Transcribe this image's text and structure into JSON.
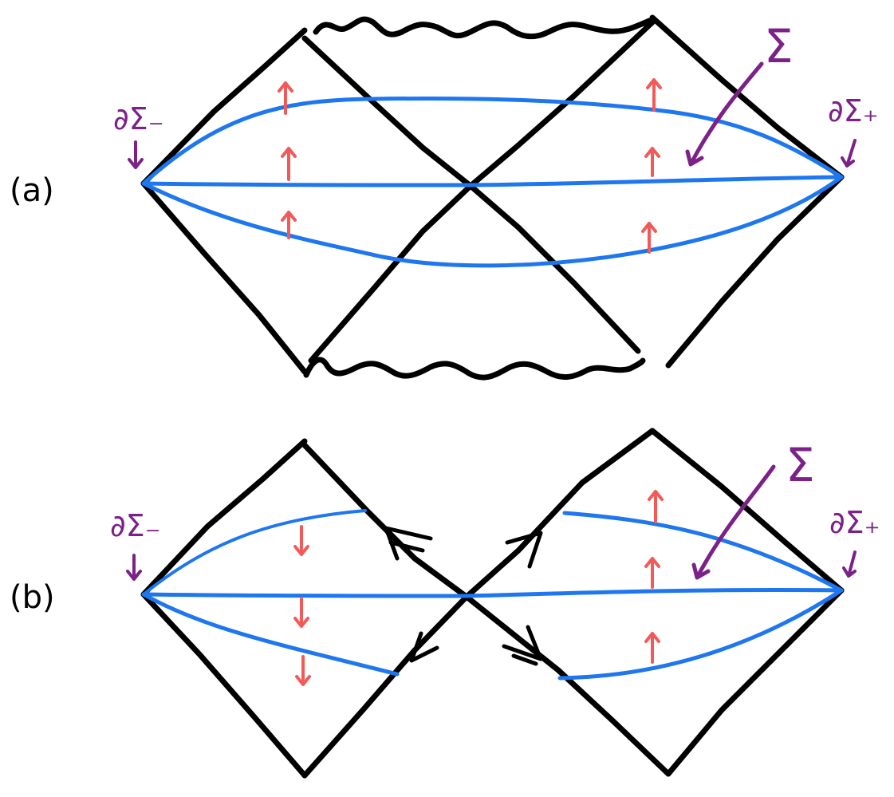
{
  "colors": {
    "outline": "#000000",
    "slice": "#1f77f0",
    "flow_arrow": "#f25a5a",
    "annotation": "#7b2188"
  },
  "panel_a": {
    "label": "(a)",
    "left_boundary_label": "∂Σ₋",
    "right_boundary_label": "∂Σ₊",
    "slice_label": "Σ"
  },
  "panel_b": {
    "label": "(b)",
    "left_boundary_label": "∂Σ₋",
    "right_boundary_label": "∂Σ₊",
    "slice_label": "Σ"
  }
}
